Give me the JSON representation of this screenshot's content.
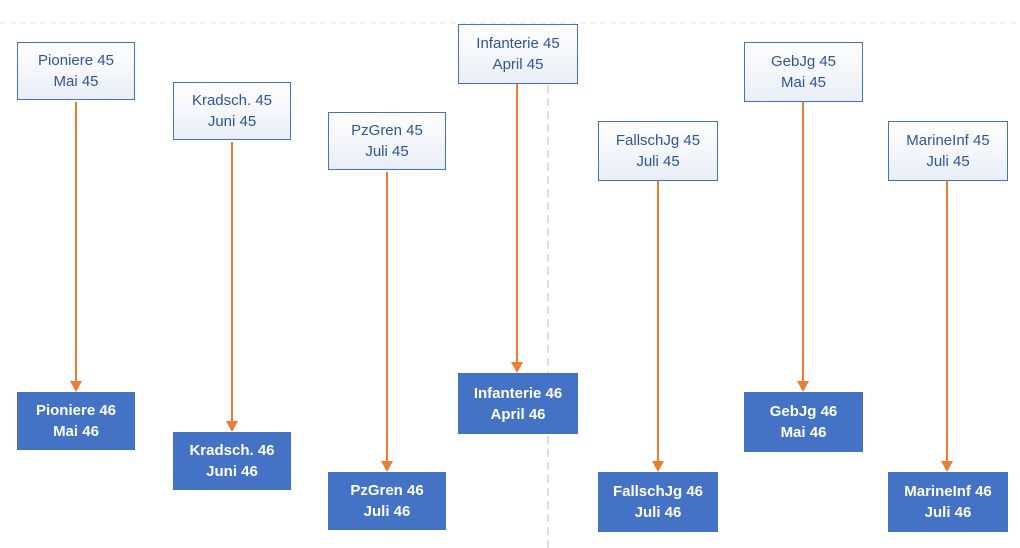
{
  "colors": {
    "box_border": "#4472c4",
    "box_fill_bottom": "#4472c4",
    "box_text_top": "#2f5597",
    "arrow": "#ed7d31",
    "guide_line": "#bfbfbf"
  },
  "columns": [
    {
      "id": "pioniere",
      "top": {
        "line1": "Pioniere 45",
        "line2": "Mai 45"
      },
      "bottom": {
        "line1": "Pioniere 46",
        "line2": "Mai 46"
      }
    },
    {
      "id": "kradsch",
      "top": {
        "line1": "Kradsch. 45",
        "line2": "Juni 45"
      },
      "bottom": {
        "line1": "Kradsch. 46",
        "line2": "Juni 46"
      }
    },
    {
      "id": "pzgren",
      "top": {
        "line1": "PzGren 45",
        "line2": "Juli 45"
      },
      "bottom": {
        "line1": "PzGren 46",
        "line2": "Juli 46"
      }
    },
    {
      "id": "infanterie",
      "top": {
        "line1": "Infanterie 45",
        "line2": "April 45"
      },
      "bottom": {
        "line1": "Infanterie 46",
        "line2": "April 46"
      }
    },
    {
      "id": "fallschjg",
      "top": {
        "line1": "FallschJg 45",
        "line2": "Juli 45"
      },
      "bottom": {
        "line1": "FallschJg 46",
        "line2": "Juli 46"
      }
    },
    {
      "id": "gebjg",
      "top": {
        "line1": "GebJg 45",
        "line2": "Mai 45"
      },
      "bottom": {
        "line1": "GebJg 46",
        "line2": "Mai 46"
      }
    },
    {
      "id": "marineinf",
      "top": {
        "line1": "MarineInf 45",
        "line2": "Juli 45"
      },
      "bottom": {
        "line1": "MarineInf 46",
        "line2": "Juli 46"
      }
    }
  ]
}
